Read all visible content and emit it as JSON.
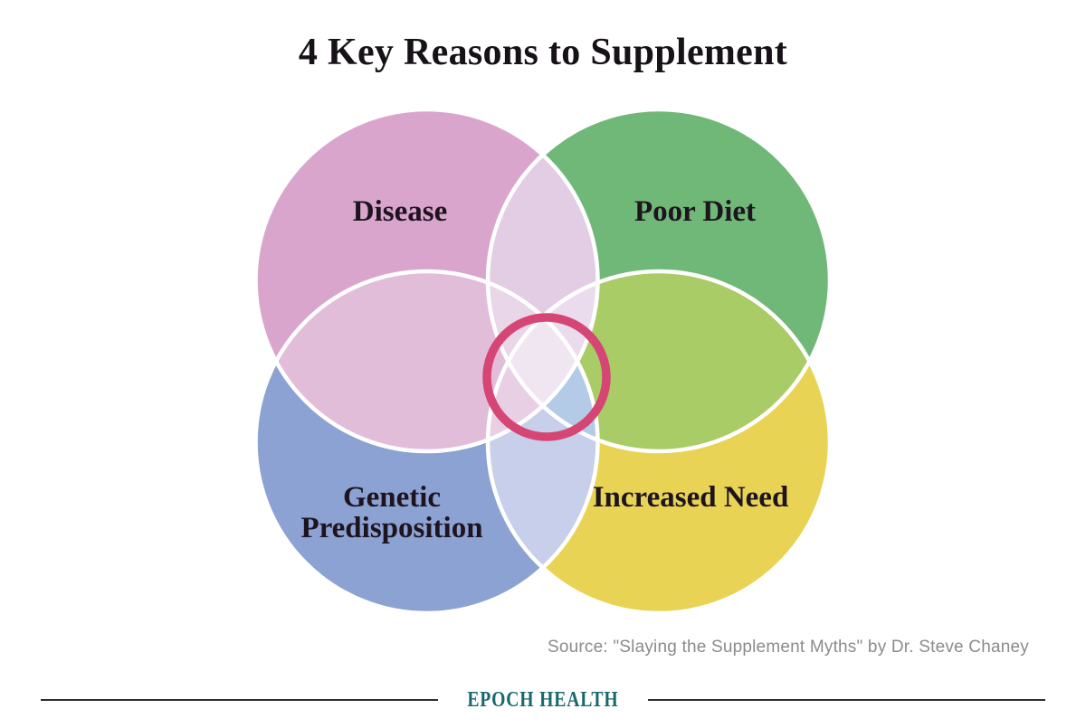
{
  "title": "4 Key Reasons to Supplement",
  "diagram": {
    "circles": [
      {
        "label": "Disease",
        "color": "#d9a5cc"
      },
      {
        "label": "Poor Diet",
        "color": "#70b877"
      },
      {
        "label": "Genetic Predisposition",
        "color": "#8ba2d2"
      },
      {
        "label": "Increased Need",
        "color": "#e9d355"
      }
    ],
    "overlap_colors": {
      "disease_poordiet": "#e2cde4",
      "disease_genetic": "#e2bdd9",
      "poordiet_increasedneed": "#a9cc66",
      "genetic_increasedneed": "#c7cfeb",
      "poordiet_genetic": "#b4cbe8",
      "disease_increasedneed": "#e8cfe3",
      "disease_poordiet_genetic": "#e9d6e9",
      "disease_poordiet_increasedneed": "#eadcec",
      "disease_genetic_increasedneed": "#e8cfe3",
      "poordiet_genetic_increasedneed": "#b4cbe8",
      "all_four": "#f0e6f2"
    },
    "outline_color": "#ffffff",
    "ring": {
      "color": "#d54674"
    }
  },
  "source": {
    "text": "Source: \"Slaying the Supplement Myths\" by Dr. Steve Chaney"
  },
  "footer": {
    "brand": "EPOCH HEALTH",
    "brand_color": "#19686e"
  }
}
